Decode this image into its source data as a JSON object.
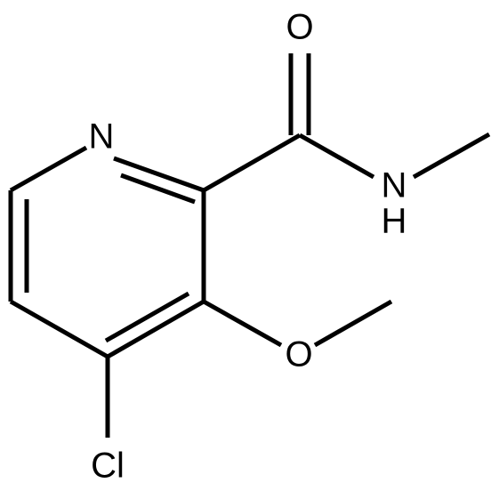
{
  "structure": {
    "atoms": {
      "N_ring": "N",
      "O_carbonyl": "O",
      "N_amide": "N",
      "H_amide": "H",
      "O_methoxy": "O",
      "Cl": "Cl"
    },
    "colors": {
      "background": "#ffffff",
      "bond": "#000000",
      "label": "#000000"
    }
  }
}
